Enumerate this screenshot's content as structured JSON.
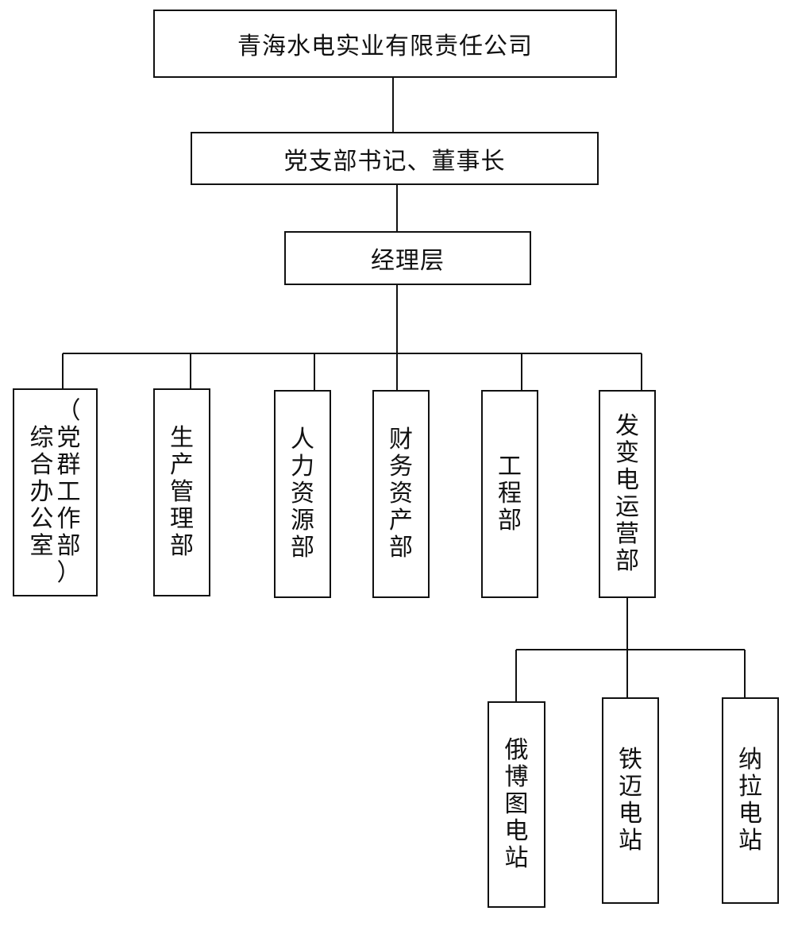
{
  "colors": {
    "line": "#111111",
    "background": "#ffffff"
  },
  "org": {
    "company": "青海水电实业有限责任公司",
    "secretary": "党支部书记、董事长",
    "management": "经理层",
    "departments": {
      "general_office": {
        "line1": "（党群工作部）",
        "line2": "综合办公室"
      },
      "production": "生产管理部",
      "hr": "人力资源部",
      "finance": "财务资产部",
      "engineering": "工程部",
      "operations": "发变电运营部"
    },
    "stations": {
      "ebotu": "俄博图电站",
      "tiemai": "铁迈电站",
      "nala": "纳拉电站"
    }
  }
}
